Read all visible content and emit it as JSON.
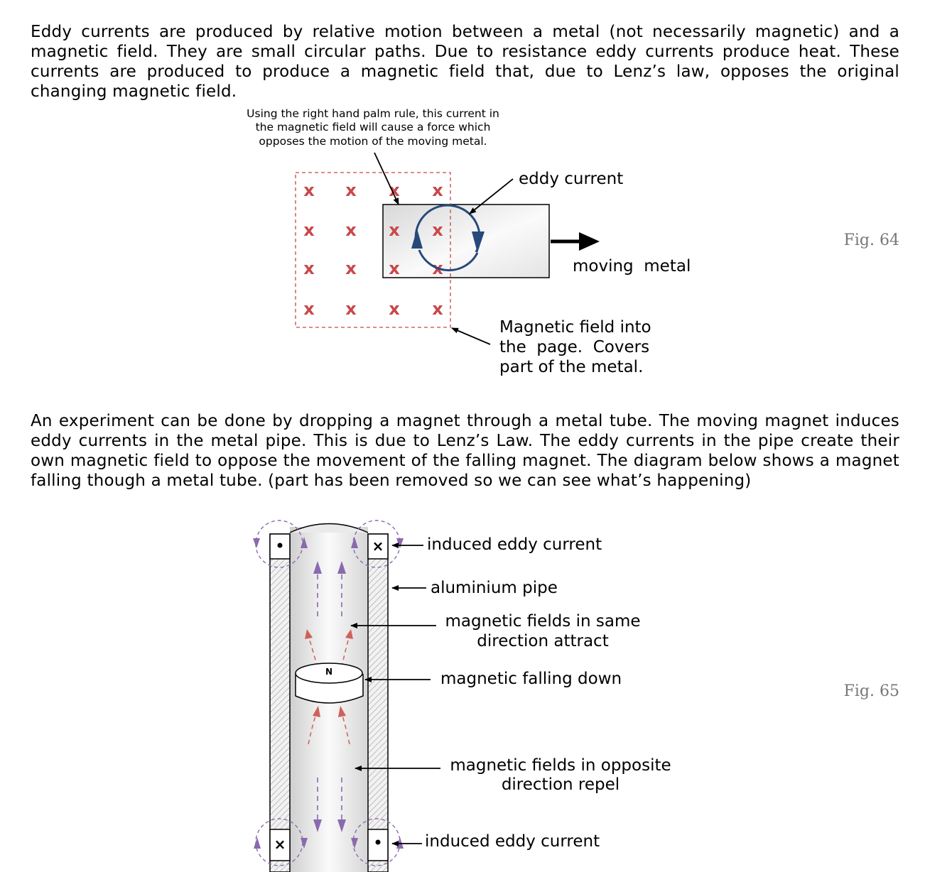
{
  "paragraphs": {
    "intro": "Eddy currents are produced by relative motion between a metal (not necessarily magnetic) and a magnetic field. They are small circular paths. Due to resistance eddy currents produce heat. These currents are produced to produce a magnetic field that, due to Lenz’s law, opposes the original changing magnetic field.",
    "experiment": "An experiment can be done by dropping a magnet through a metal tube. The moving magnet induces eddy currents in the metal pipe. This is due to Lenz’s Law. The eddy currents in the pipe create their own magnetic field to oppose the movement of the falling magnet. The diagram below shows a magnet falling though a metal tube. (part has been removed so we can see what’s happening)"
  },
  "fig64": {
    "label": "Fig. 64",
    "note_lines": [
      "Using the right hand palm rule, this current in",
      "the magnetic field will cause a force which",
      "opposes the motion of the moving metal."
    ],
    "eddy_current": "eddy current",
    "moving_metal": "moving  metal",
    "field_lines": [
      "Magnetic field into",
      "the  page.  Covers",
      "part of the metal."
    ],
    "field_symbol": "x",
    "colors": {
      "field": "#c9474a",
      "current": "#27497a"
    }
  },
  "fig65": {
    "label": "Fig. 65",
    "magnet_pole": "N",
    "induced_top": "induced eddy current",
    "pipe": "aluminium pipe",
    "attract_lines": [
      "magnetic fields in same",
      "direction attract"
    ],
    "falling": "magnetic falling down",
    "repel_lines": [
      "magnetic fields in opposite",
      "direction repel"
    ],
    "induced_bottom": "induced eddy current",
    "colors": {
      "field_up": "#8a6aae",
      "field_red": "#d0605a"
    }
  }
}
